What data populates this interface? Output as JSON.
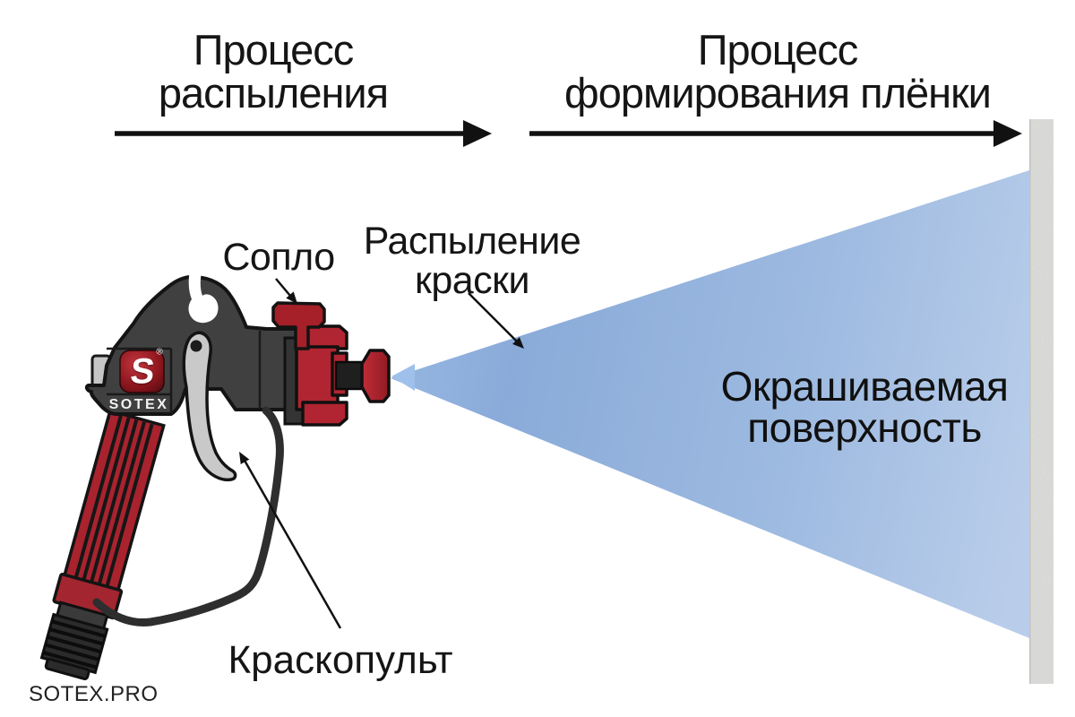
{
  "header": {
    "left": {
      "line1": "Процесс",
      "line2": "распыления"
    },
    "right": {
      "line1": "Процесс",
      "line2": "формирования плёнки"
    }
  },
  "callouts": {
    "nozzle": "Сопло",
    "spray": {
      "line1": "Распыление",
      "line2": "краски"
    },
    "surface": {
      "line1": "Окрашиваемая",
      "line2": "поверхность"
    },
    "gun": "Краскопульт"
  },
  "branding": {
    "logo_letter": "S",
    "registered": "®",
    "logo_name": "SOTEX",
    "watermark": "SOTEX.PRO"
  },
  "colors": {
    "gun_body": "#404040",
    "gun_red": "#b02531",
    "handle_red": "#a8232e",
    "trigger_silver": "#c9c9c9",
    "cone_blue": "#8fb0dc",
    "wall_gray": "#dcdcda",
    "text": "#151515"
  }
}
